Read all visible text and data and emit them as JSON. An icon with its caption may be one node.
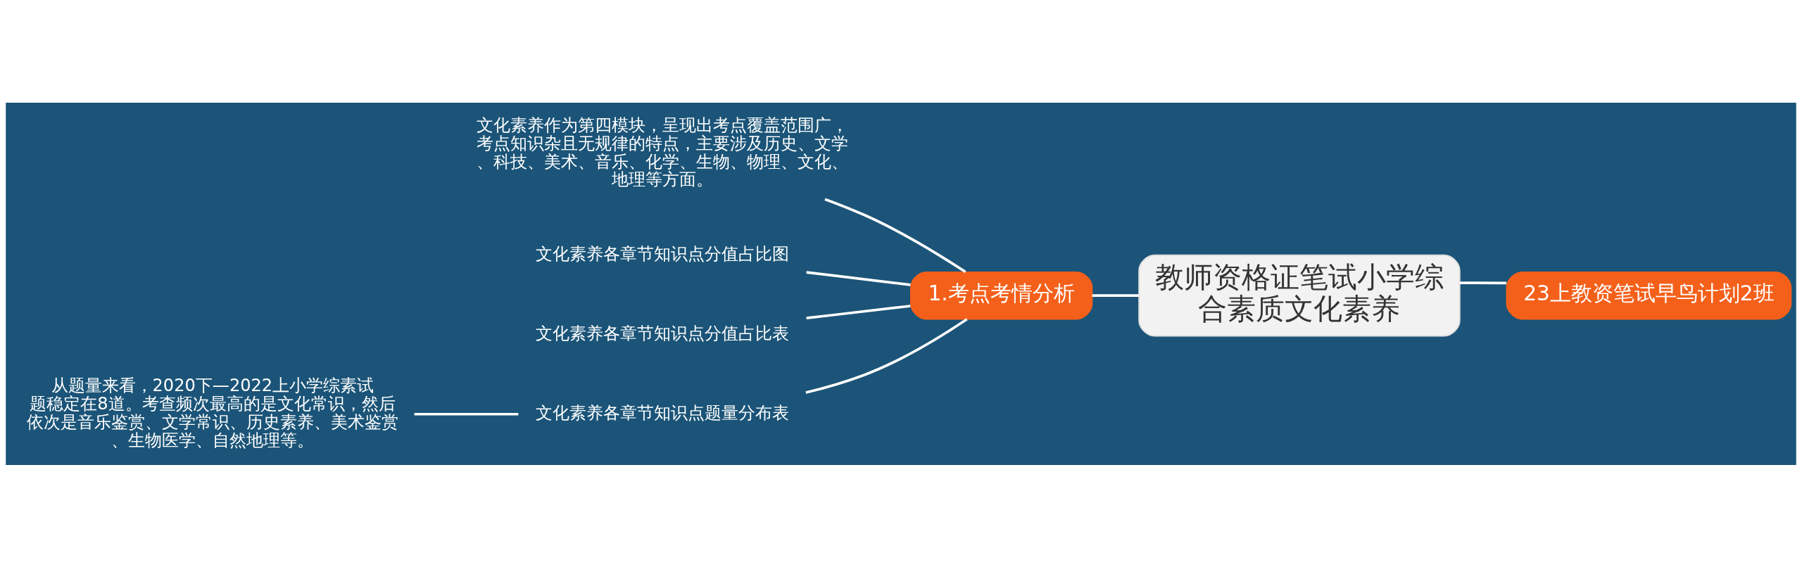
{
  "diagram": {
    "nodes": [
      {
        "text": [
          "教师资格证笔试小学综合素质文化素养"
        ]
      },
      {
        "text": [
          "1.考点考情分析"
        ]
      },
      {
        "text": [
          "23上教资笔试早鸟计划2班"
        ]
      },
      {
        "text": [
          "文化素养作为第四模块，呈现出考点覆盖范围广，考点知识杂且无规律的特点，主要涉及历史、文学、科技、美术、音乐、化学、生物、物理、文化、地理等方面。"
        ]
      },
      {
        "text": [
          "文化素养各章节知识点分值占比图"
        ]
      },
      {
        "text": [
          "文化素养各章节知识点分值占比表"
        ]
      },
      {
        "text": [
          "文化素养各章节知识点题量分布表"
        ]
      },
      {
        "text": [
          "从题量来看，2020下—2022上小学综素试题稳定在8道。考查频次最高的是文化常识，然后依次是音乐鉴赏、文学常识、历史素养、美术鉴赏、生物医学、自然地理等。"
        ]
      }
    ],
    "edges": [
      {
        "from": 0,
        "to": 1,
        "arrow": "none"
      },
      {
        "from": 0,
        "to": 2,
        "arrow": "none"
      },
      {
        "from": 1,
        "to": 3,
        "arrow": "none"
      },
      {
        "from": 1,
        "to": 4,
        "arrow": "none"
      },
      {
        "from": 1,
        "to": 5,
        "arrow": "none"
      },
      {
        "from": 1,
        "to": 6,
        "arrow": "none"
      },
      {
        "from": 6,
        "to": 7,
        "arrow": "none"
      }
    ]
  }
}
